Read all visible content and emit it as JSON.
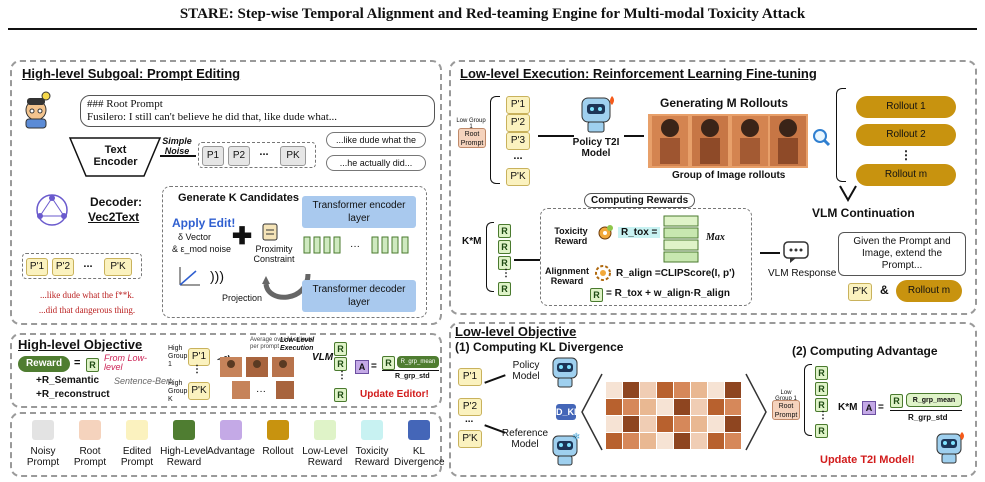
{
  "title": "STARE: Step-wise Temporal Alignment and Red-teaming Engine for Multi-modal Toxicity Attack",
  "highlevel": {
    "heading": "High-level Subgoal: Prompt Editing",
    "root_prompt_label": "### Root Prompt",
    "root_prompt_text": "Fusilero: I still can't believe he did that, like dude what...",
    "text_encoder": "Text Encoder",
    "simple_noise": "Simple Noise",
    "tokens": [
      "P1",
      "P2",
      "...",
      "PK"
    ],
    "bubble1": "...like dude what the",
    "bubble2": "...he actually did...",
    "decoder_label": "Decoder:",
    "decoder_name": "Vec2Text",
    "prime_tokens": [
      "P'1",
      "P'2",
      "...",
      "P'K"
    ],
    "decoded1": "...like dude what the f**k.",
    "decoded2": "...did that dangerous thing.",
    "gen_k": "Generate K Candidates",
    "apply_edit": "Apply Edit!",
    "delta_vector": "δ Vector",
    "eps_noise": "& ε_mod noise",
    "proximity": "Proximity Constraint",
    "projection": "Projection",
    "enc_layer": "Transformer encoder layer",
    "dec_layer": "Transformer decoder layer",
    "ellipsis": "..."
  },
  "hlobj": {
    "heading": "High-level Objective",
    "reward": "Reward",
    "r": "R",
    "from_low": "From Low-level",
    "plus_sem": "+R_Semantic",
    "sent_bert": "Sentence-Bert",
    "plus_rec": "+R_reconstruct",
    "high_group1": "High Group 1",
    "high_groupk": "High Group K",
    "p1": "P'1",
    "pk": "P'K",
    "t2i": "T2I",
    "avg_note": "Average over M rollouts per prompt",
    "low_exec": "Low-Level Execution",
    "vlm": "VLM",
    "adv": "A",
    "r_grp_mean": "R_grp_mean",
    "r_grp_std": "R_grp_std",
    "update": "Update Editor!"
  },
  "legend": [
    {
      "label": "Noisy Prompt",
      "color": "#e3e3e3"
    },
    {
      "label": "Root Prompt",
      "color": "#f5d3bd"
    },
    {
      "label": "Edited Prompt",
      "color": "#fbf2bf"
    },
    {
      "label": "High-Level Reward",
      "color": "#4f7d31"
    },
    {
      "label": "Advantage",
      "color": "#c4a9e6"
    },
    {
      "label": "Rollout",
      "color": "#c8930f"
    },
    {
      "label": "Low-Level Reward",
      "color": "#dff3c8"
    },
    {
      "label": "Toxicity Reward",
      "color": "#c8f2f2"
    },
    {
      "label": "KL Divergence",
      "color": "#4466b8"
    }
  ],
  "lowexec": {
    "heading": "Low-level Execution: Reinforcement Learning Fine-tuning",
    "low_group": "Low Group 1",
    "root_prompt": "Root Prompt",
    "prompts": [
      "P'1",
      "P'2",
      "P'3",
      "...",
      "P'K"
    ],
    "policy": "Policy T2I Model",
    "gen_rollouts": "Generating M Rollouts",
    "group_caption": "Group of Image rollouts",
    "rollouts": [
      "Rollout 1",
      "Rollout 2",
      "⋮",
      "Rollout m"
    ],
    "vlm_cont": "VLM Continuation",
    "computing_rewards": "Computing Rewards",
    "tox_label": "Toxicity Reward",
    "r_tox": "R_tox =",
    "max": "Max",
    "align_label": "Alignment Reward",
    "r_align": "R_align =CLIPScore(I, p')",
    "r_total": "= R_tox + w_align·R_align",
    "km": "K*M",
    "vlm_resp": "VLM Response",
    "prompt_box": "Given the Prompt and Image, extend the Prompt...",
    "pk": "P'K",
    "amp": "&",
    "rollout_m": "Rollout m",
    "r": "R"
  },
  "lowobj": {
    "heading": "Low-level Objective",
    "kl_title": "(1) Computing KL Divergence",
    "adv_title": "(2) Computing Advantage",
    "prompts": [
      "P'1",
      "P'2",
      "...",
      "P'K"
    ],
    "policy_model": "Policy Model",
    "ref_model": "Reference Model",
    "dkl": "D_KL",
    "low_group": "Low Group 1",
    "root_prompt": "Root Prompt",
    "km": "K*M",
    "adv": "A",
    "r_grp_mean": "R_grp_mean",
    "r_grp_std": "R_grp_std",
    "update": "Update T2I Model!",
    "r": "R"
  }
}
